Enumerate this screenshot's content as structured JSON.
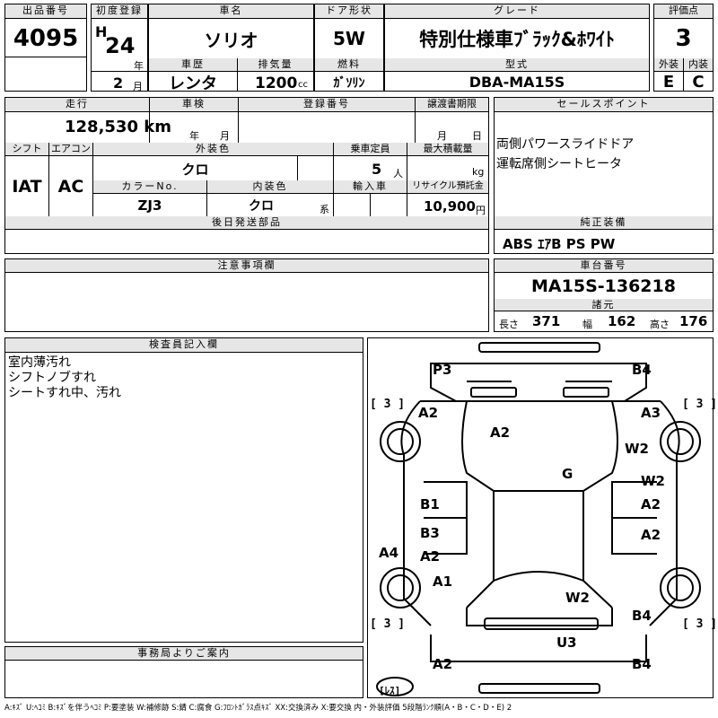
{
  "header": {
    "lot_label": "出品番号",
    "lot_value": "4095",
    "first_reg_label": "初度登録",
    "era_letter": "H",
    "year_value": "24",
    "year_unit": "年",
    "month_value": "2",
    "month_unit": "月",
    "car_name_label": "車名",
    "car_name": "ソリオ",
    "history_label": "車歴",
    "history": "レンタ",
    "displacement_label": "排気量",
    "displacement": "1200",
    "displacement_unit": "cc",
    "door_label": "ドア形状",
    "door": "5W",
    "fuel_label": "燃料",
    "fuel": "ｶﾞｿﾘﾝ",
    "grade_label": "グレード",
    "grade": "特別仕様車ﾌﾞﾗｯｸ&ﾎﾜｲﾄ",
    "model_label": "型式",
    "model": "DBA-MA15S",
    "score_label": "評価点",
    "score": "3",
    "ext_label": "外装",
    "ext_grade": "E",
    "int_label": "内装",
    "int_grade": "C"
  },
  "row2": {
    "mileage_label": "走行",
    "mileage": "128,530 km",
    "inspection_label": "車検",
    "year_unit": "年",
    "month_unit": "月",
    "reg_no_label": "登録番号",
    "transfer_label": "譲渡書期限",
    "t_month": "月",
    "t_day": "日",
    "shift_label": "シフト",
    "shift": "IAT",
    "ac_label": "エアコン",
    "ac": "AC",
    "color_label": "外装色",
    "color": "クロ",
    "capacity_label": "乗車定員",
    "capacity": "5",
    "capacity_unit": "人",
    "load_label": "最大積載量",
    "load_unit": "kg",
    "color_no_label": "カラーNo.",
    "color_no": "ZJ3",
    "int_color_label": "内装色",
    "int_color": "クロ",
    "int_color_unit": "系",
    "import_label": "輸入車",
    "recycle_label": "リサイクル預託金",
    "recycle": "10,900",
    "recycle_unit": "円",
    "later_label": "後日発送部品",
    "notes_label": "注意事項欄"
  },
  "sales": {
    "label": "セールスポイント",
    "lines": [
      "両側パワースライドドア",
      "運転席側シートヒータ"
    ]
  },
  "equipment": {
    "label": "純正装備",
    "value": "ABS ｴｱB PS PW"
  },
  "chassis": {
    "label": "車台番号",
    "value": "MA15S-136218"
  },
  "dims": {
    "label": "諸元",
    "length_label": "長さ",
    "length": "371",
    "width_label": "幅",
    "width": "162",
    "height_label": "高さ",
    "height": "176"
  },
  "inspector": {
    "label": "検査員記入欄",
    "lines": [
      "室内薄汚れ",
      "シフトノブすれ",
      "シートすれ中、汚れ"
    ]
  },
  "office": {
    "label": "事務局よりご案内"
  },
  "diagram": {
    "tire_marks": [
      "[ 3 ]",
      "[ 3 ]",
      "[ 3 ]",
      "[ 3 ]"
    ],
    "less_label": "[ﾚｽ]",
    "marks": [
      "P3",
      "B4",
      "A2",
      "A3",
      "A2",
      "W2",
      "G",
      "W2",
      "B1",
      "A2",
      "B3",
      "A2",
      "A4",
      "A2",
      "A1",
      "W2",
      "B4",
      "U3",
      "A2",
      "B4"
    ]
  },
  "legend": "A:ｷｽﾞ U:ﾍｺﾐ B:ｷｽﾞを伴うﾍｺﾐ P:要塗装 W:補修跡 S:錆 C:腐食 G:ﾌﾛﾝﾄｶﾞﾗｽ点ｷｽﾞ XX:交換済み X:要交換  内・外装評価  5段階ﾗﾝｸ順(A・B・C・D・E) 2"
}
